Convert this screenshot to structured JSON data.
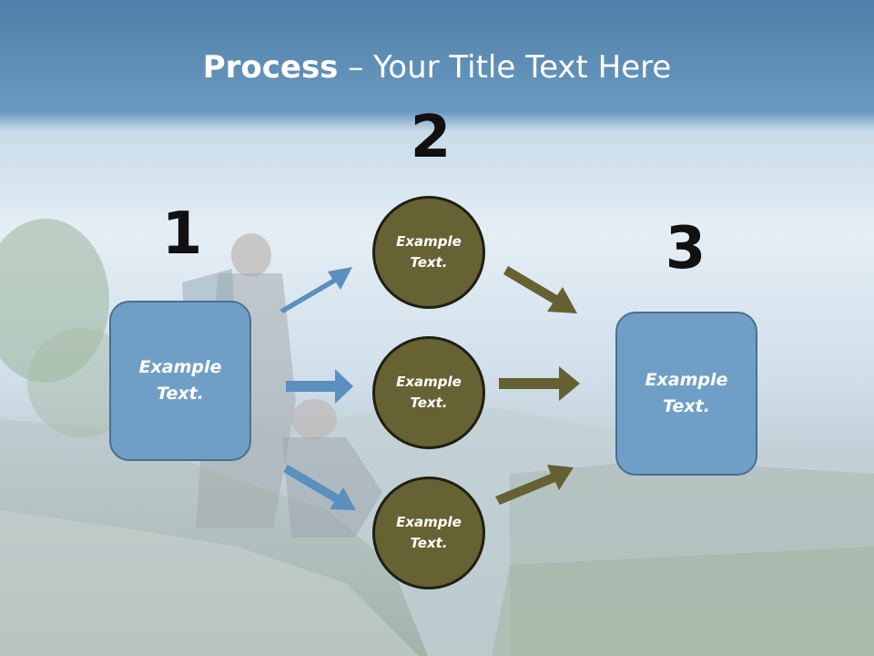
{
  "slide": {
    "title_bold": "Process",
    "title_rest": " – Your Title Text Here"
  },
  "steps": {
    "step1_number": "1",
    "step2_number": "2",
    "step3_number": "3"
  },
  "nodes": {
    "left_box": "Example Text.",
    "circle_top": "Example Text.",
    "circle_middle": "Example Text.",
    "circle_bottom": "Example Text.",
    "right_box": "Example Text."
  },
  "colors": {
    "box_fill": "#6f9fc7",
    "circle_fill": "#666233",
    "blue_arrow": "#5b8fbf",
    "olive_arrow": "#656133"
  }
}
